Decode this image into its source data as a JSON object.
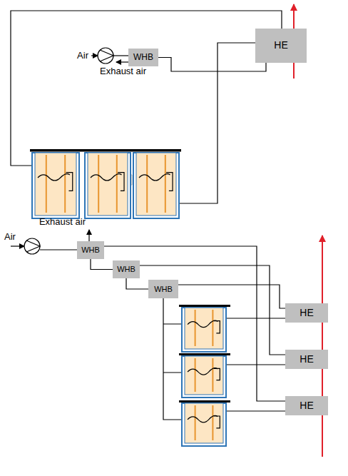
{
  "diagram": {
    "nodes": [
      {
        "text": [
          "HE"
        ]
      },
      {
        "text": [
          "WHB"
        ]
      },
      {
        "text": [
          "WHB"
        ]
      },
      {
        "text": [
          "WHB"
        ]
      },
      {
        "text": [
          "WHB"
        ]
      },
      {
        "text": [
          "HE"
        ]
      },
      {
        "text": [
          "HE"
        ]
      },
      {
        "text": [
          "HE"
        ]
      }
    ],
    "edges": [
      {
        "from": 0,
        "to": 1,
        "arrow": "none"
      },
      {
        "from": 2,
        "to": 3,
        "arrow": "none"
      },
      {
        "from": 3,
        "to": 4,
        "arrow": "none"
      },
      {
        "from": 2,
        "to": 7,
        "arrow": "none"
      },
      {
        "from": 3,
        "to": 6,
        "arrow": "none"
      },
      {
        "from": 4,
        "to": 5,
        "arrow": "none"
      }
    ],
    "labels": [
      "Air",
      "Exhaust air",
      "Exhaust air",
      "Air"
    ]
  }
}
